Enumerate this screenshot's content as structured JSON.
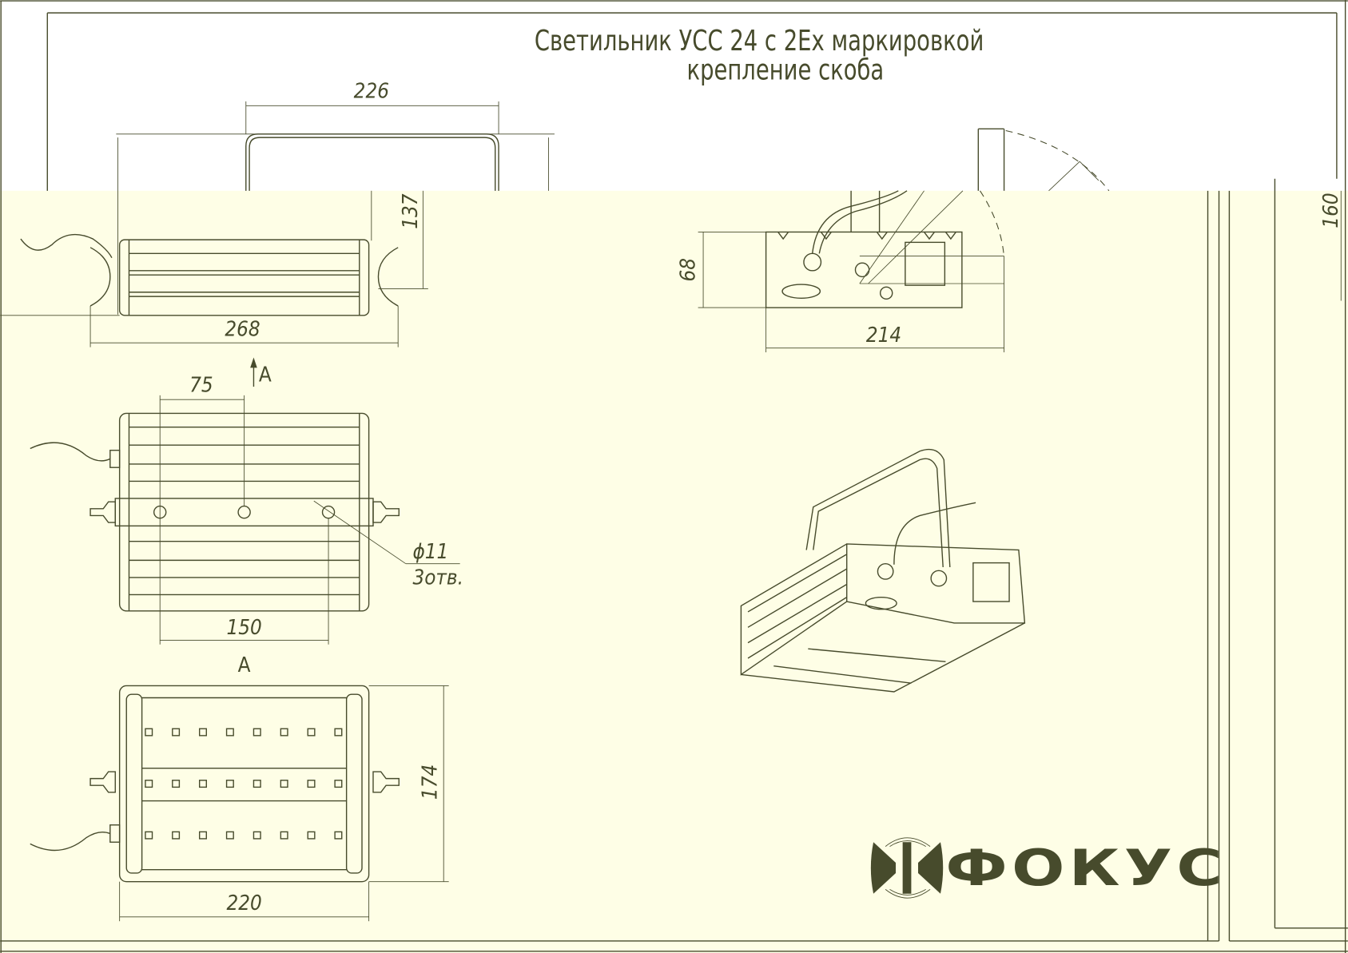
{
  "drawing": {
    "title": "Светильник УСС 24 с 2Ех маркировкой",
    "subtitle": "крепление скоба",
    "colors": {
      "line": "#474b2c",
      "paper": "#fefee6",
      "top_band": "#ffffff"
    },
    "dimensions": {
      "top_width": "226",
      "side_height": "137",
      "side_width": "268",
      "end_height": "68",
      "end_width": "214",
      "right_height": "160",
      "hole_spacing": "75",
      "hole_span": "150",
      "bottom_height": "174",
      "bottom_width": "220"
    },
    "view_marker": "A",
    "view_label": "A",
    "hole_callout": {
      "diameter": "ϕ11",
      "count": "3отв."
    },
    "logo": "ФОКУС",
    "led_rows": 3,
    "led_per_row": 8
  }
}
